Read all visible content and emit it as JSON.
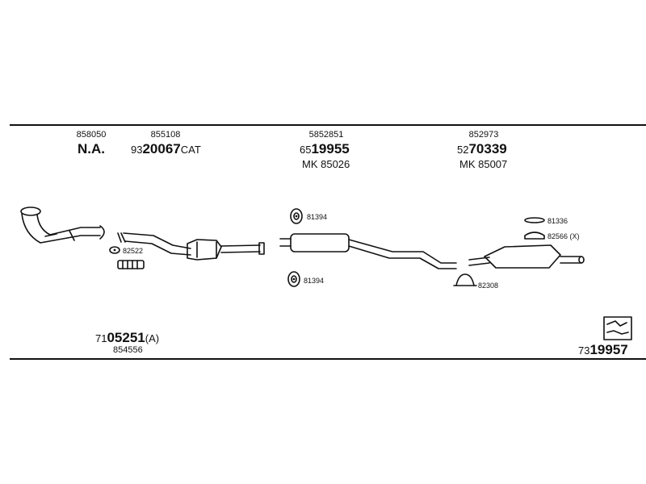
{
  "parts": {
    "front_pipe": {
      "code_small": "858050",
      "code_big": "N.A."
    },
    "catalyst": {
      "code_small": "855108",
      "prefix": "93",
      "main": "20067",
      "suffix": "CAT"
    },
    "middle_silencer": {
      "code_small": "5852851",
      "prefix": "65",
      "main": "19955",
      "mk": "MK 85026"
    },
    "rear_silencer": {
      "code_small": "852973",
      "prefix": "52",
      "main": "70339",
      "mk": "MK 85007"
    }
  },
  "callouts": {
    "gasket_a": "82522",
    "mount_top": "81394",
    "mount_bottom": "81394",
    "mount_rear": "81336",
    "clamp_rear": "82566 (X)",
    "clamp_u": "82308"
  },
  "kit": {
    "prefix": "71",
    "main": "05251",
    "suffix": "(A)",
    "code_small": "854556"
  },
  "set_number": {
    "prefix": "73",
    "main": "19957"
  }
}
